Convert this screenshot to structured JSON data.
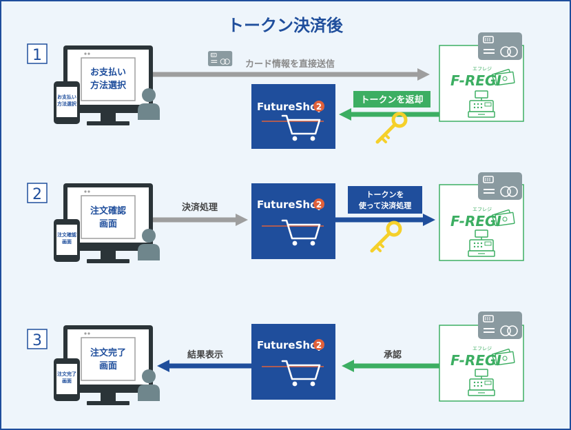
{
  "title": "トークン決済後",
  "colors": {
    "frame": "#1f4e9c",
    "background": "#eef5fb",
    "title_text": "#1f4e9c",
    "gray_arrow": "#9e9e9e",
    "green": "#3cae62",
    "blue": "#1f4e9c",
    "key_yellow": "#f5d02a",
    "person": "#6f868c"
  },
  "brands": {
    "shop_name": "FutureShop",
    "shop_version": "2",
    "regi_name": "F-REGI",
    "regi_kana": "エフレジ"
  },
  "steps": [
    {
      "number": "1",
      "screen_text": [
        "お支払い",
        "方法選択"
      ],
      "phone_text": [
        "お支払い",
        "方法選択"
      ],
      "arrow_label": "カード情報を直接送信",
      "return_label": "トークンを返却"
    },
    {
      "number": "2",
      "screen_text": [
        "注文確認",
        "画面"
      ],
      "phone_text": [
        "注文確認",
        "画面"
      ],
      "arrow_label": "決済処理",
      "return_label": [
        "トークンを",
        "使って決済処理"
      ]
    },
    {
      "number": "3",
      "screen_text": [
        "注文完了",
        "画面"
      ],
      "phone_text": [
        "注文完了",
        "画面"
      ],
      "arrow_label": "結果表示",
      "return_label": "承認"
    }
  ]
}
